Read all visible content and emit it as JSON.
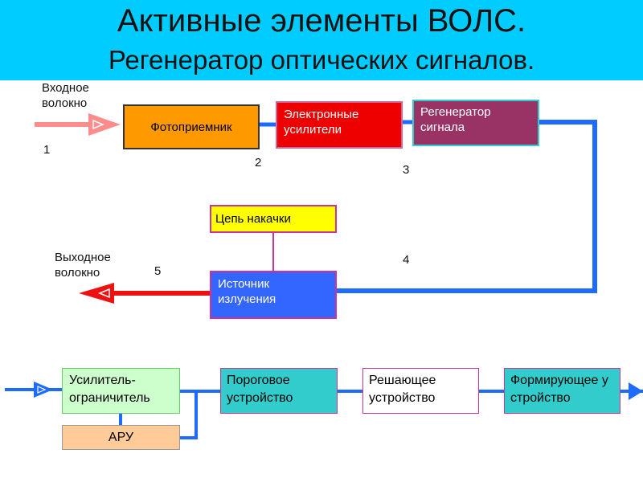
{
  "title": {
    "line1": "Активные элементы ВОЛС.",
    "line2": "Регенератор оптических сигналов."
  },
  "labels": {
    "input_fiber": "Входное волокно",
    "output_fiber": "Выходное волокно",
    "n1": "1",
    "n2": "2",
    "n3": "3",
    "n4": "4",
    "n5": "5"
  },
  "blocks": {
    "photoreceiver": "Фотоприемник",
    "amplifiers": "Электронные усилители",
    "signal_regenerator": "Регенератор сигнала",
    "pump_circuit": "Цепь накачки",
    "emitter": "Источник излучения"
  },
  "chain": {
    "limiter": "Усилитель-ограничитель",
    "agc": "АРУ",
    "threshold": "Пороговое устройство",
    "decision": "Решающее устройство",
    "former": "Формирующее устройство"
  },
  "colors": {
    "header": "#00ccff",
    "wire": "#1e6bff",
    "photoreceiver": "#ff9900",
    "amplifiers": "#ee0000",
    "signal_regenerator": "#993366",
    "pump_circuit": "#ffff00",
    "emitter": "#3366ff",
    "limiter": "#ccffcc",
    "agc": "#ffcc99",
    "threshold": "#33cccc",
    "decision": "#ffffff",
    "former": "#33cccc"
  }
}
